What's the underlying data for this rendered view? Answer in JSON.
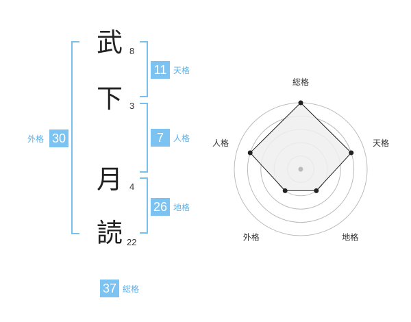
{
  "name_chars": [
    {
      "char": "武",
      "strokes": "8"
    },
    {
      "char": "下",
      "strokes": "3"
    },
    {
      "char": "月",
      "strokes": "4"
    },
    {
      "char": "読",
      "strokes": "22"
    }
  ],
  "scores": {
    "tenkaku": {
      "value": "11",
      "label": "天格"
    },
    "jinkaku": {
      "value": "7",
      "label": "人格"
    },
    "chikaku": {
      "value": "26",
      "label": "地格"
    },
    "gaikaku": {
      "value": "30",
      "label": "外格"
    },
    "soukaku": {
      "value": "37",
      "label": "総格"
    }
  },
  "chart_data": {
    "type": "radar",
    "axes": [
      "総格",
      "天格",
      "地格",
      "外格",
      "人格"
    ],
    "max_level": 5,
    "values": [
      5,
      4,
      2,
      2,
      4
    ],
    "grid": true,
    "colors": {
      "fill": "#eeeeee",
      "line": "#222222",
      "grid": "#bbbbbb",
      "center": "#bbbbbb"
    }
  }
}
